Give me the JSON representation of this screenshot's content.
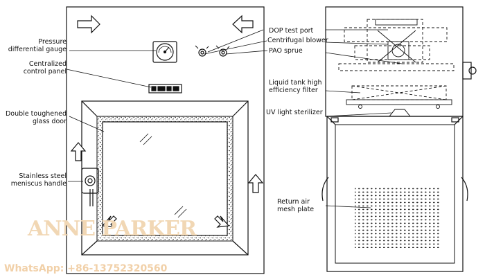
{
  "labels": {
    "pressure_gauge": [
      "Pressure",
      "differential gauge"
    ],
    "control_panel": [
      "Centralized",
      "control panel"
    ],
    "glass_door": [
      "Double toughened",
      "glass door"
    ],
    "handle": [
      "Stainless steel",
      "meniscus handle"
    ],
    "dop_port": "DOP test port",
    "blower": "Centrifugal blower",
    "pao": "PAO sprue",
    "hepa": [
      "Liquid tank high",
      "efficiency filter"
    ],
    "uv": "UV light sterilizer",
    "return_air": [
      "Return air",
      "mesh plate"
    ]
  },
  "watermark": {
    "brand": "ANNE PARKER",
    "whatsapp": "WhatsApp: +86-13752320560"
  }
}
